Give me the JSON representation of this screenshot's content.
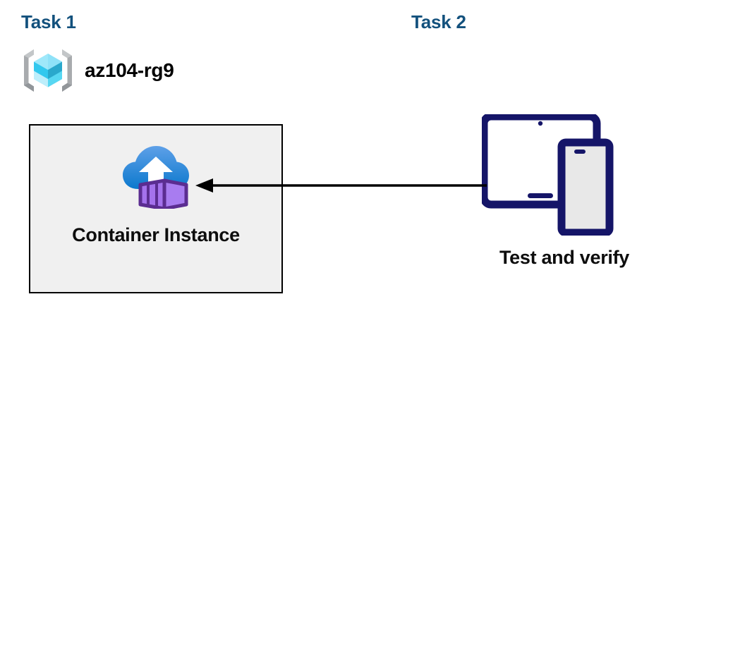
{
  "diagram": {
    "background_color": "#ffffff",
    "panels": [
      {
        "id": "task1",
        "label": "Task 1",
        "label_color": "#13517d",
        "border_color": "#000000"
      },
      {
        "id": "task2",
        "label": "Task 2",
        "label_color": "#13517d",
        "border_color": "#000000"
      }
    ]
  },
  "task1": {
    "label": "Task 1",
    "resource_group": {
      "name": "az104-rg9",
      "icon": "azure-resource-group-icon",
      "bracket_color": "#a0a3a6",
      "cube_colors": {
        "top": "#9fe8fa",
        "left": "#32c8ee",
        "right": "#2aa8cc",
        "bottom_left": "#b9eefb",
        "bottom_right": "#57d7f2"
      }
    },
    "container_card": {
      "label": "Container Instance",
      "icon": "azure-container-instance-icon",
      "background_color": "#f0f0f0",
      "border_color": "#000000",
      "cloud_colors": {
        "top": "#5ea0e8",
        "bottom": "#0f7ccf"
      },
      "arrow_color": "#ffffff",
      "box_colors": {
        "front": "#b07ef0",
        "side": "#8a56c8",
        "outline": "#5b2d91"
      }
    }
  },
  "task2": {
    "label": "Task 2",
    "devices": {
      "label": "Test and verify",
      "icon": "tablet-and-phone-icon",
      "frame_color": "#151568",
      "tablet_screen_color": "#ffffff",
      "phone_screen_color": "#e8e8e8"
    }
  },
  "connector": {
    "name": "arrow-task2-to-task1",
    "direction": "left",
    "color": "#000000",
    "from": "Test and verify",
    "to": "Container Instance"
  }
}
